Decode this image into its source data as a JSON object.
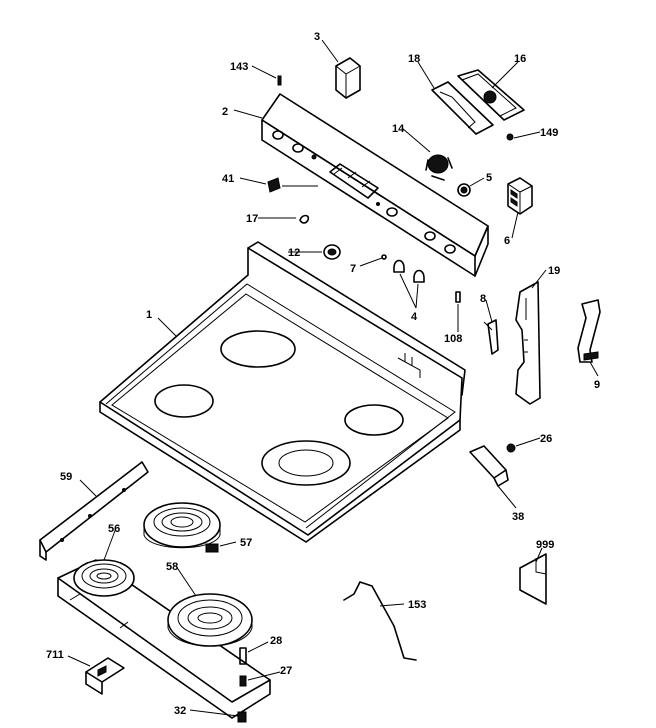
{
  "callouts": {
    "c1": "1",
    "c2": "2",
    "c3": "3",
    "c4": "4",
    "c5": "5",
    "c6": "6",
    "c7": "7",
    "c8": "8",
    "c9": "9",
    "c12": "12",
    "c14": "14",
    "c16": "16",
    "c17": "17",
    "c18": "18",
    "c19": "19",
    "c26": "26",
    "c27": "27",
    "c28": "28",
    "c32": "32",
    "c38": "38",
    "c41": "41",
    "c56": "56",
    "c57": "57",
    "c58": "58",
    "c59": "59",
    "c108": "108",
    "c143": "143",
    "c149": "149",
    "c153": "153",
    "c711": "711",
    "c999": "999"
  }
}
